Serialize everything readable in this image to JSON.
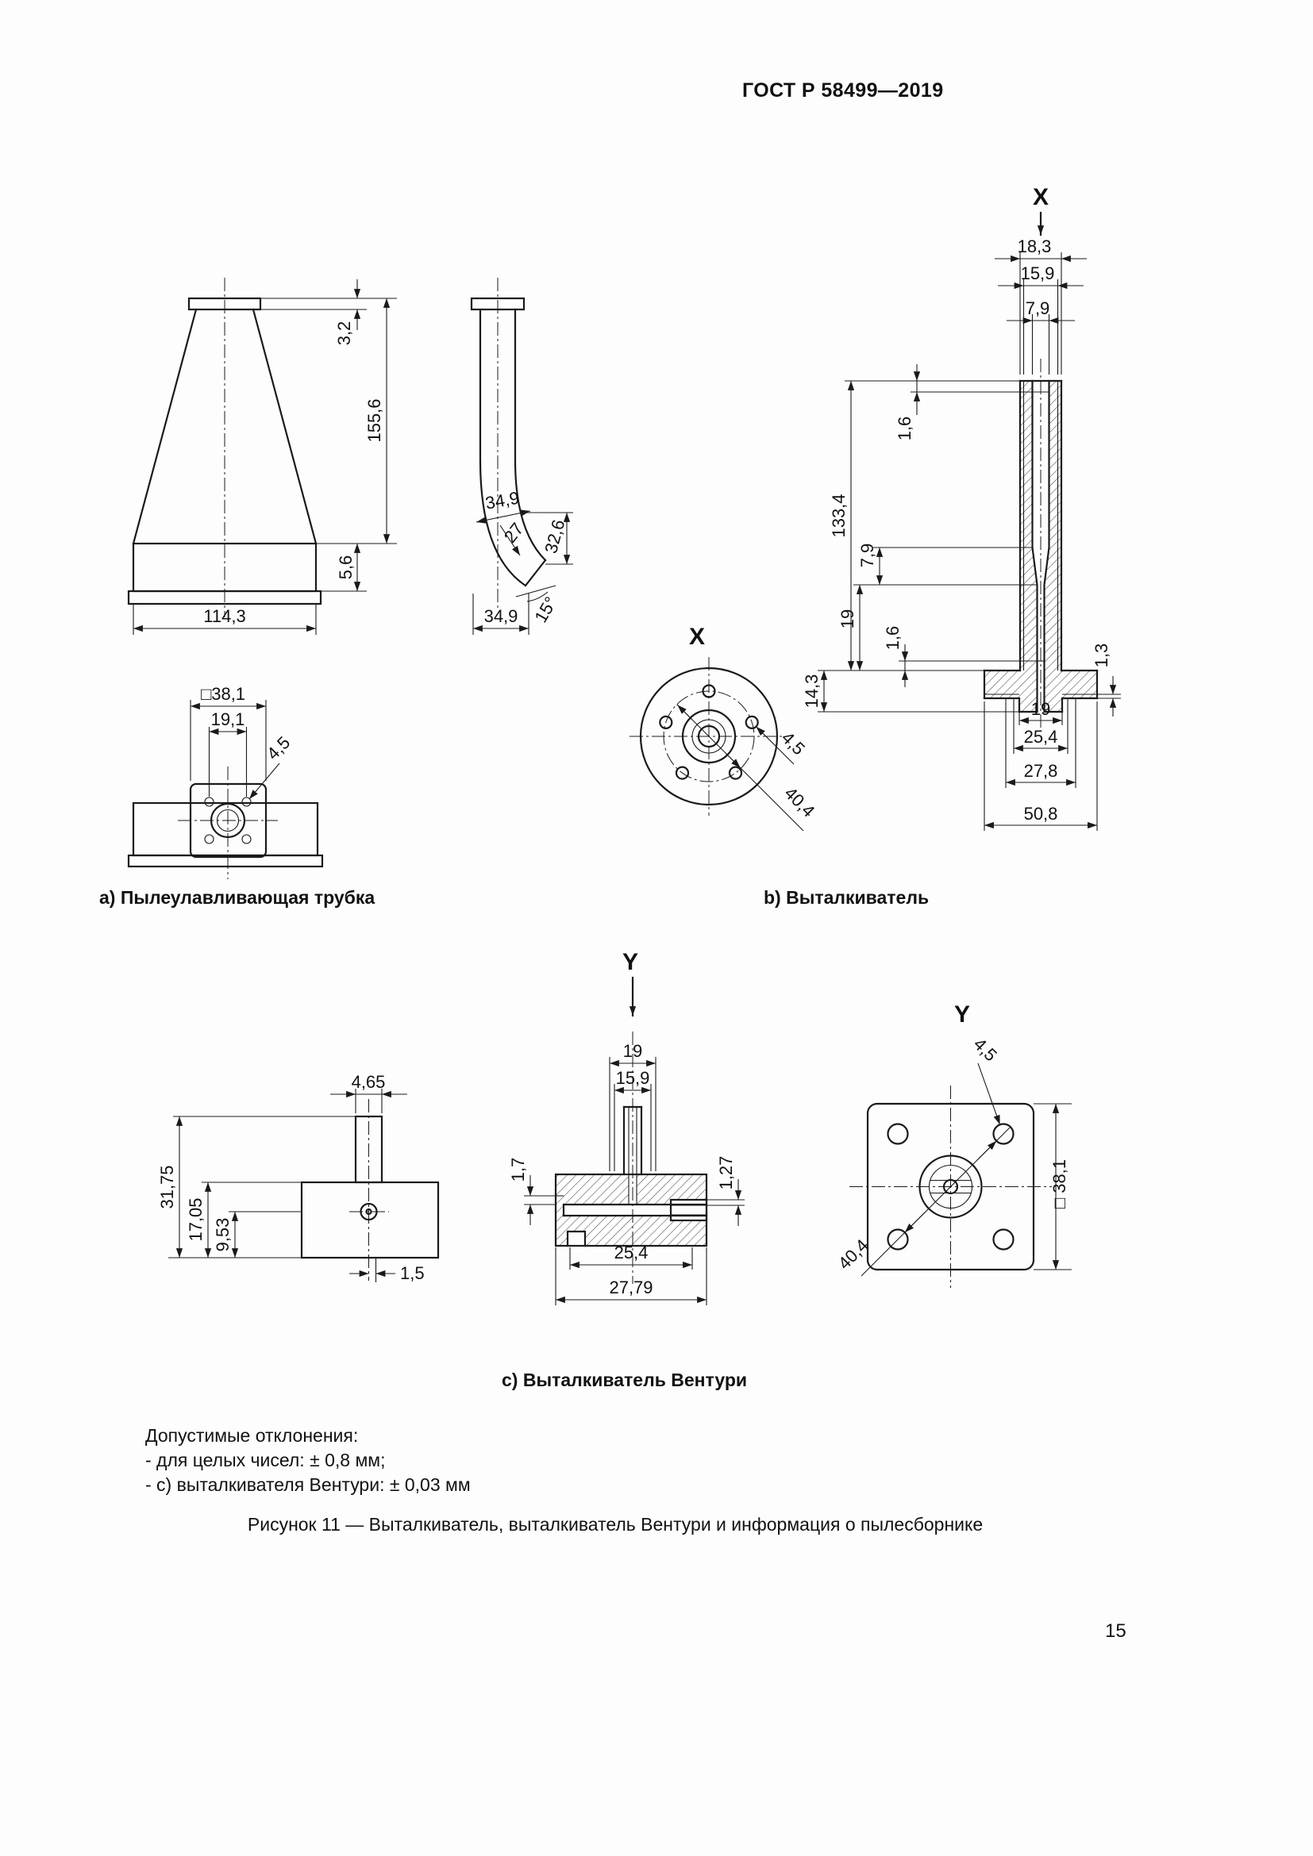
{
  "doc": {
    "header": "ГОСТ Р 58499—2019",
    "page_number": "15",
    "caption": "Рисунок 11 — Выталкиватель, выталкиватель Вентури и информация о пылесборнике"
  },
  "tolerances": {
    "title": "Допустимые отклонения:",
    "items": [
      "- для целых чисел: ± 0,8 мм;",
      "- с) выталкивателя Вентури: ± 0,03 мм"
    ]
  },
  "fig_a": {
    "label": "a) Пылеулавливающая трубка",
    "front": {
      "flange": "3,2",
      "height": "155,6",
      "skirt": "5,6",
      "width": "114,3"
    },
    "side": {
      "top_width": "34,9",
      "radius": "27",
      "outlet_height": "32,6",
      "bottom_width": "34,9",
      "angle": "15°"
    },
    "bottom": {
      "square": "□38,1",
      "bolt_spacing": "19,1",
      "hole": "4,5"
    }
  },
  "fig_b": {
    "label": "b) Выталкиватель",
    "view_marker": "X",
    "top": {
      "outer": "18,3",
      "mid": "15,9",
      "bore": "7,9"
    },
    "left": {
      "wall": "1,6",
      "height": "133,4",
      "taper": "7,9",
      "throat": "19",
      "gap": "1,6",
      "flange_height": "14,3"
    },
    "right": {
      "lip": "1,3"
    },
    "bottom": {
      "boss": "19",
      "recess": "25,4",
      "step": "27,8",
      "flange": "50,8"
    },
    "view_x": {
      "hole": "4,5",
      "bolt_circle": "40,4"
    }
  },
  "fig_c": {
    "label": "c) Выталкиватель Вентури",
    "view_marker": "Y",
    "left_view": {
      "stem": "4,65",
      "height": "31,75",
      "mid_height": "17,05",
      "lower_height": "9,53",
      "offset": "1,5"
    },
    "section": {
      "top_outer": "19",
      "top_inner": "15,9",
      "step_left": "1,7",
      "step_right": "1,27",
      "inner_width": "25,4",
      "outer_width": "27,79"
    },
    "view_y": {
      "hole": "4,5",
      "square": "□ 38,1",
      "diagonal": "40,4"
    }
  }
}
